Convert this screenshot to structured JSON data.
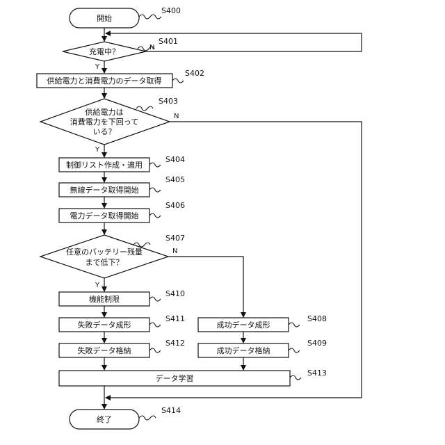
{
  "nodes": {
    "start": {
      "text": "開始",
      "label": "S400"
    },
    "d401": {
      "text": "充電中？",
      "label": "S401"
    },
    "p402": {
      "text": "供給電力と消費電力のデータ取得",
      "label": "S402"
    },
    "d403": {
      "line1": "供給電力は",
      "line2": "消費電力を下回って",
      "line3": "いる？",
      "label": "S403"
    },
    "p404": {
      "text": "制御リスト作成・適用",
      "label": "S404"
    },
    "p405": {
      "text": "無線データ取得開始",
      "label": "S405"
    },
    "p406": {
      "text": "電力データ取得開始",
      "label": "S406"
    },
    "d407": {
      "line1": "任意のバッテリー残量",
      "line2": "まで低下？",
      "label": "S407"
    },
    "p410": {
      "text": "機能制限",
      "label": "S410"
    },
    "p411": {
      "text": "失敗データ成形",
      "label": "S411"
    },
    "p412": {
      "text": "失敗データ格納",
      "label": "S412"
    },
    "p408": {
      "text": "成功データ成形",
      "label": "S408"
    },
    "p409": {
      "text": "成功データ格納",
      "label": "S409"
    },
    "p413": {
      "text": "データ学習",
      "label": "S413"
    },
    "end": {
      "text": "終了",
      "label": "S414"
    }
  },
  "branches": {
    "yes": "Y",
    "no": "N"
  }
}
